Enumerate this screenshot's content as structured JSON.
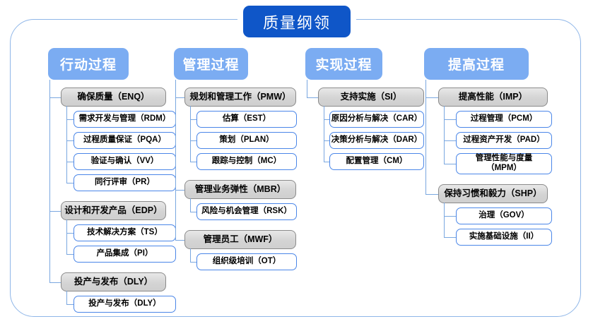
{
  "root": {
    "title": "质量纲领",
    "accent_color": "#0f56c8",
    "frame_color": "#8fb6e8"
  },
  "style": {
    "column_header_color": "#7bacf2",
    "group_fill_color": "#d4d4d4",
    "group_border_color": "#8a8a8a",
    "leaf_border_color": "#4a86e8",
    "connector_color": "#7aa7e0"
  },
  "columns": [
    {
      "label": "行动过程",
      "groups": [
        {
          "label": "确保质量（ENQ）",
          "children": [
            "需求开发与管理（RDM）",
            "过程质量保证（PQA）",
            "验证与确认（VV）",
            "同行评审（PR）"
          ]
        },
        {
          "label": "设计和开发产品（EDP）",
          "children": [
            "技术解决方案（TS）",
            "产品集成（PI）"
          ]
        },
        {
          "label": "投产与发布（DLY）",
          "children": [
            "投产与发布（DLY）"
          ]
        }
      ]
    },
    {
      "label": "管理过程",
      "groups": [
        {
          "label": "规划和管理工作（PMW）",
          "children": [
            "估算（EST）",
            "策划（PLAN）",
            "跟踪与控制（MC）"
          ]
        },
        {
          "label": "管理业务弹性（MBR）",
          "children": [
            "风险与机会管理（RSK）"
          ]
        },
        {
          "label": "管理员工（MWF）",
          "children": [
            "组织级培训（OT）"
          ]
        }
      ]
    },
    {
      "label": "实现过程",
      "groups": [
        {
          "label": "支持实施（SI）",
          "children": [
            "原因分析与解决（CAR）",
            "决策分析与解决（DAR）",
            "配置管理（CM）"
          ]
        }
      ]
    },
    {
      "label": "提高过程",
      "groups": [
        {
          "label": "提高性能（IMP）",
          "children": [
            "过程管理（PCM）",
            "过程资产开发（PAD）",
            "管理性能与度量\n（MPM）"
          ]
        },
        {
          "label": "保持习惯和毅力（SHP）",
          "children": [
            "治理（GOV）",
            "实施基础设施（II）"
          ]
        }
      ]
    }
  ]
}
